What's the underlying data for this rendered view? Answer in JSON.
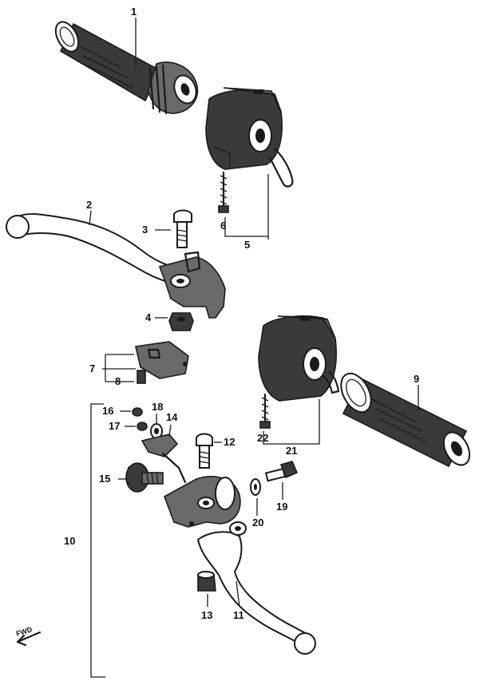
{
  "diagram": {
    "callouts": [
      {
        "id": "1",
        "label": "1"
      },
      {
        "id": "2",
        "label": "2"
      },
      {
        "id": "3",
        "label": "3"
      },
      {
        "id": "4",
        "label": "4"
      },
      {
        "id": "5",
        "label": "5"
      },
      {
        "id": "6",
        "label": "6"
      },
      {
        "id": "7",
        "label": "7"
      },
      {
        "id": "8",
        "label": "8"
      },
      {
        "id": "9",
        "label": "9"
      },
      {
        "id": "10",
        "label": "10"
      },
      {
        "id": "11",
        "label": "11"
      },
      {
        "id": "12",
        "label": "12"
      },
      {
        "id": "13",
        "label": "13"
      },
      {
        "id": "14",
        "label": "14"
      },
      {
        "id": "15",
        "label": "15"
      },
      {
        "id": "16",
        "label": "16"
      },
      {
        "id": "17",
        "label": "17"
      },
      {
        "id": "18",
        "label": "18"
      },
      {
        "id": "19",
        "label": "19"
      },
      {
        "id": "20",
        "label": "20"
      },
      {
        "id": "21",
        "label": "21"
      },
      {
        "id": "22",
        "label": "22"
      }
    ],
    "forward_marker": "FWD"
  }
}
